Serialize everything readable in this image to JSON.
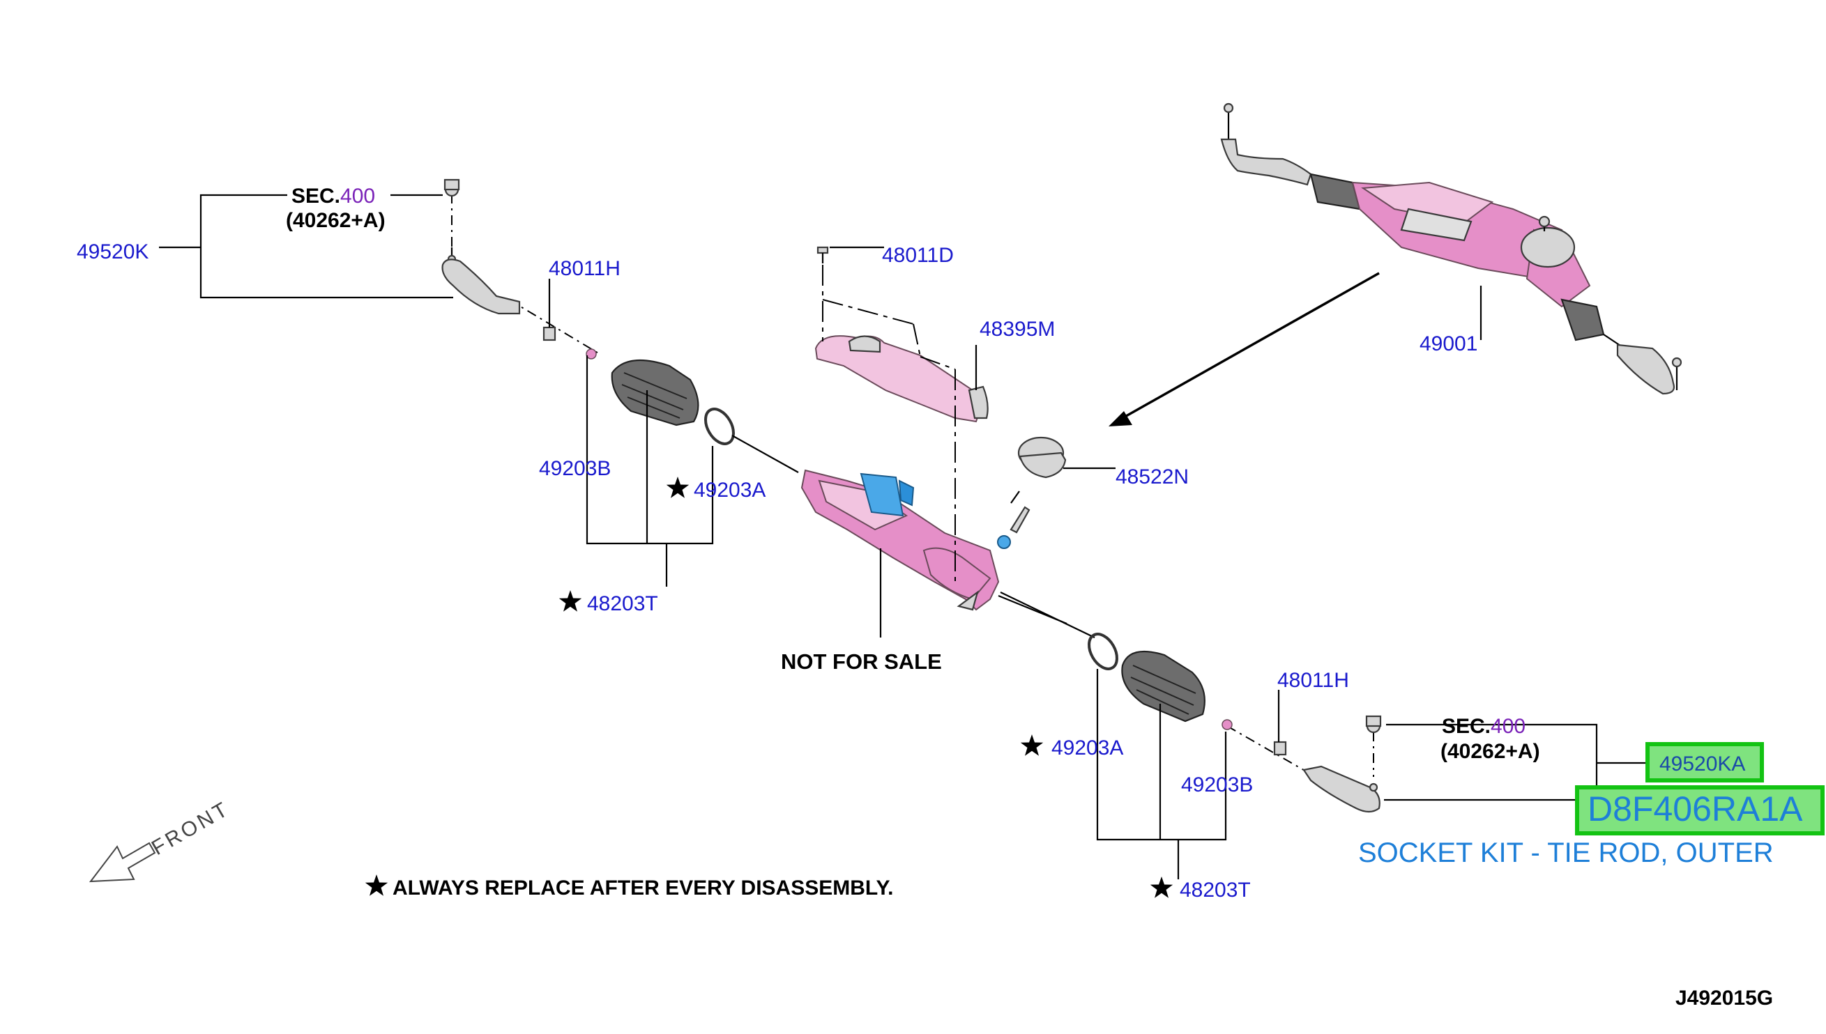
{
  "diagram_code": "J492015G",
  "labels": {
    "upper_left_tie_rod": "49520K",
    "upper_lock_nut": "48011H",
    "upper_boot": "49203B",
    "upper_clamp": "49203A",
    "upper_boot_kit": "48203T",
    "bracket_bolt": "48011D",
    "bracket": "48395M",
    "motor_insulator": "48522N",
    "gear_assembly": "49001",
    "lower_lock_nut": "48011H",
    "lower_clamp": "49203A",
    "lower_boot": "49203B",
    "lower_boot_kit": "48203T",
    "lower_outer_tie_rod": "49520KA"
  },
  "sec_refs": {
    "upper": {
      "prefix": "SEC.",
      "number": "400",
      "sub": "(40262+A)"
    },
    "lower": {
      "prefix": "SEC.",
      "number": "400",
      "sub": "(40262+A)"
    }
  },
  "not_for_sale": "NOT FOR SALE",
  "note": "ALWAYS REPLACE AFTER EVERY DISASSEMBLY.",
  "front_label": "FRONT",
  "highlight": {
    "part_number": "D8F406RA1A",
    "description": "SOCKET KIT - TIE ROD, OUTER"
  },
  "colors": {
    "part_label": "#1a1acd",
    "sec_number": "#7a22b8",
    "highlight_text": "#1e7fd8",
    "highlight_box_border": "#13c313",
    "highlight_box_fill": "#7fe37f",
    "housing": "#e58fc8"
  },
  "icons": [
    "star-icon",
    "front-arrow-icon"
  ]
}
